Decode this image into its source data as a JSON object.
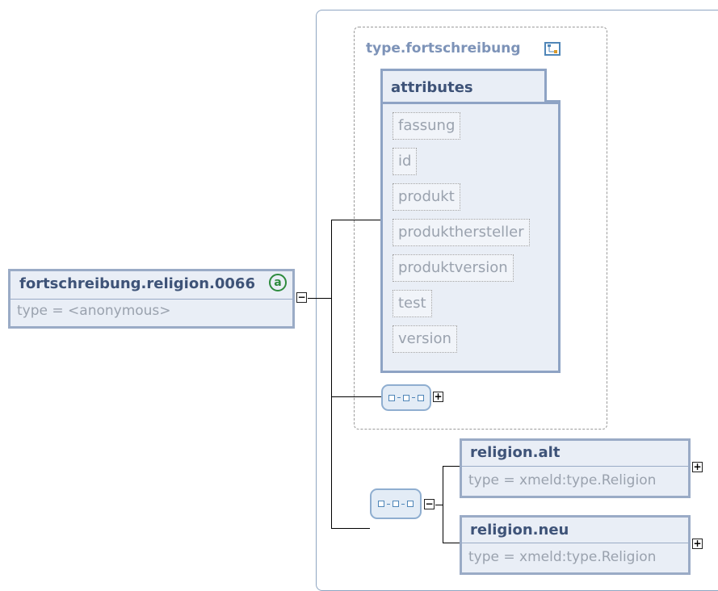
{
  "root_element": {
    "name": "fortschreibung.religion.0066",
    "type": "type = <anonymous>",
    "badge": "a",
    "expander": "−"
  },
  "group": {
    "title": "type.fortschreibung",
    "attributes_title": "attributes",
    "attributes": [
      "fassung",
      "id",
      "produkt",
      "produkthersteller",
      "produktversion",
      "test",
      "version"
    ],
    "sequence_expander": "+"
  },
  "sequence": {
    "expander": "−",
    "children": [
      {
        "name": "religion.alt",
        "type": "type = xmeld:type.Religion",
        "expander": "+"
      },
      {
        "name": "religion.neu",
        "type": "type = xmeld:type.Religion",
        "expander": "+"
      }
    ]
  }
}
